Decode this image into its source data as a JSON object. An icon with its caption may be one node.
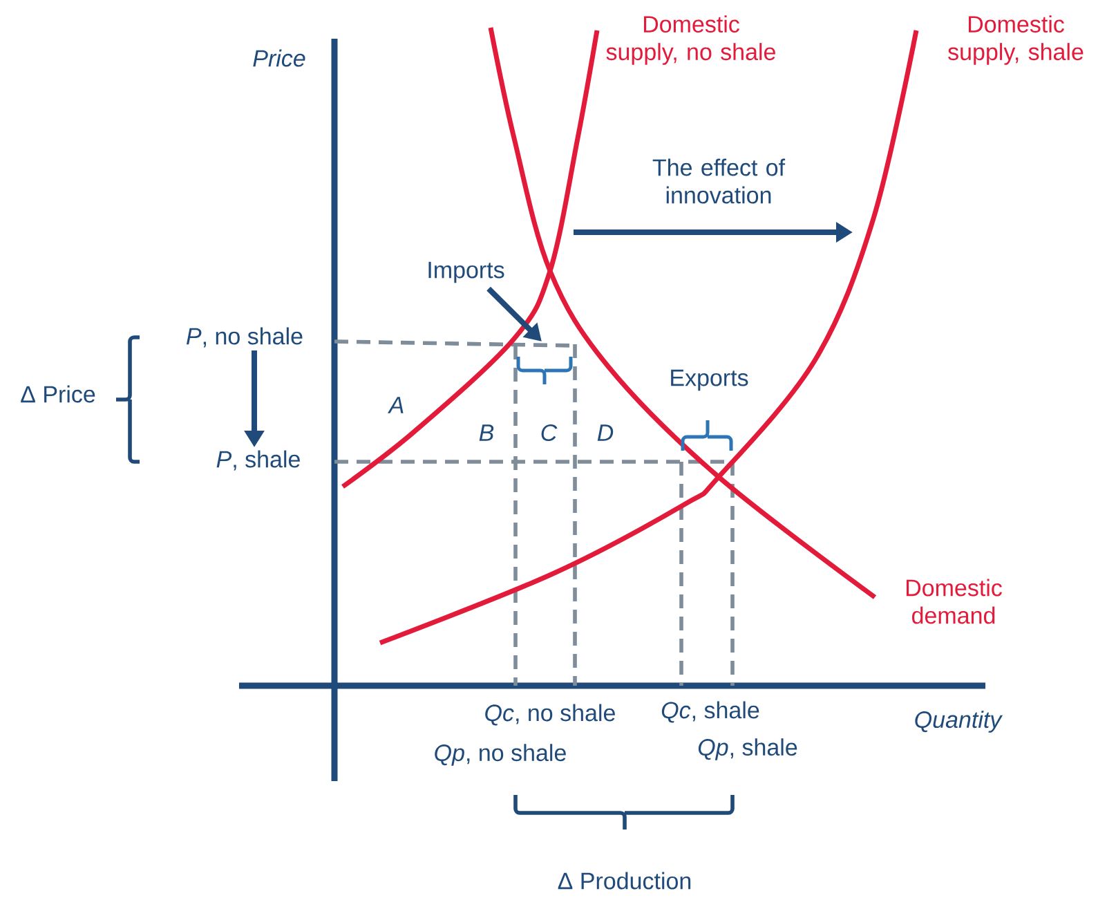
{
  "diagram": {
    "nodes": [
      {
        "text": [
          "*P*, no shale"
        ]
      },
      {
        "text": [
          "*P*, shale"
        ]
      },
      {
        "text": [
          "Imports"
        ]
      }
    ],
    "edges": [
      {
        "from": 0,
        "to": 1,
        "arrow": "to"
      },
      {
        "from": 2,
        "to": null,
        "arrow": "to"
      }
    ],
    "labels": [
      "Price",
      "Domestic supply, no shale",
      "Domestic supply, shale",
      "The effect of innovation",
      "Δ Price",
      "A",
      "B",
      "C",
      "D",
      "Exports",
      "Domestic demand",
      "*Qc*, no shale",
      "*Qc*, shale",
      "Quantity",
      "*Qp*, no shale",
      "*Qp*, shale",
      "Δ Production"
    ]
  }
}
